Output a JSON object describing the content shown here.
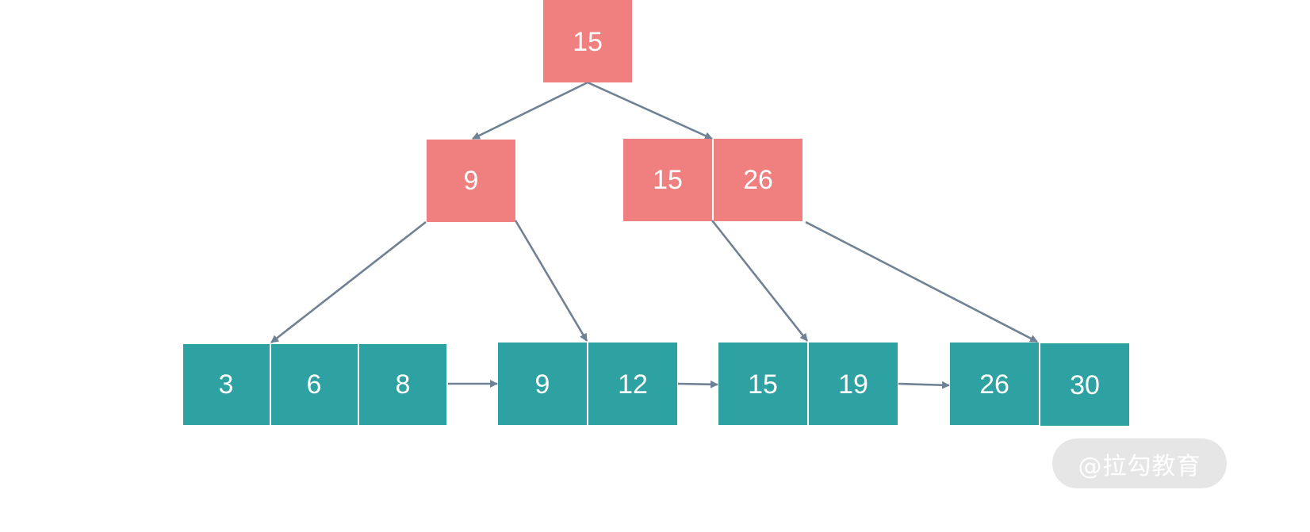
{
  "colors": {
    "internal_node": "#f07f7f",
    "leaf_node": "#2ea1a3",
    "edge": "#6f8194",
    "text": "#ffffff",
    "watermark_bg": "#e6e6e6"
  },
  "tree": {
    "root": {
      "keys": [
        "15"
      ]
    },
    "internal": [
      {
        "keys": [
          "9"
        ]
      },
      {
        "keys": [
          "15",
          "26"
        ]
      }
    ],
    "leaves": [
      {
        "keys": [
          "3",
          "6",
          "8"
        ]
      },
      {
        "keys": [
          "9",
          "12"
        ]
      },
      {
        "keys": [
          "15",
          "19"
        ]
      },
      {
        "keys": [
          "26",
          "30"
        ]
      }
    ]
  },
  "watermark": {
    "text": "@拉勾教育"
  }
}
